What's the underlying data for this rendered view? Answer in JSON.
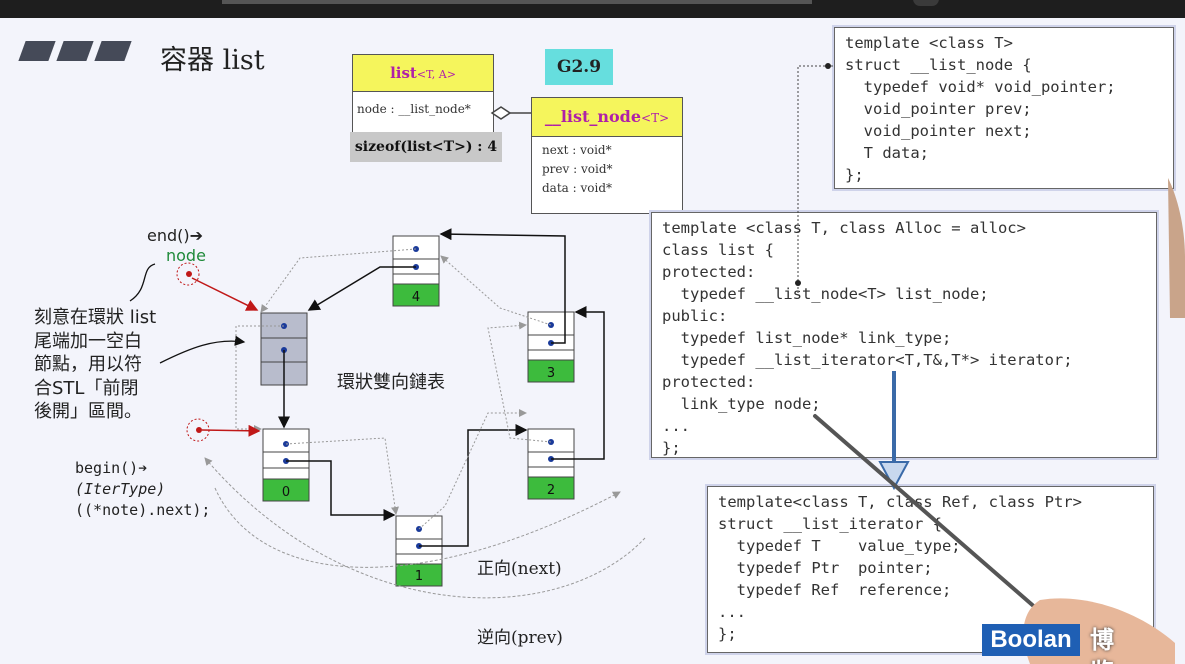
{
  "slide": {
    "title": "容器 list",
    "version_badge": "G2.9",
    "uml_list": {
      "name": "list",
      "template": "<T, A>",
      "member": "node : __list_node*"
    },
    "sizeof_label": "sizeof(list<T>) : 4",
    "uml_node": {
      "name": "__list_node",
      "template": "<T>",
      "members": [
        "next : void*",
        "prev : void*",
        "data : void*"
      ]
    },
    "code_node": [
      "template <class T>",
      "struct __list_node {",
      "  typedef void* void_pointer;",
      "  void_pointer prev;",
      "  void_pointer next;",
      "  T data;",
      "};"
    ],
    "code_list": [
      "template <class T, class Alloc = alloc>",
      "class list {",
      "protected:",
      "  typedef __list_node<T> list_node;",
      "public:",
      "  typedef list_node* link_type;",
      "  typedef __list_iterator<T,T&,T*> iterator;",
      "protected:",
      "  link_type node;",
      "...",
      "};"
    ],
    "code_iter": [
      "template<class T, class Ref, class Ptr>",
      "struct __list_iterator {",
      "  typedef T    value_type;",
      "  typedef Ptr  pointer;",
      "  typedef Ref  reference;",
      "...",
      "};"
    ],
    "end_label": "end()➔",
    "node_label": "node",
    "annotation": [
      "刻意在環狀 list",
      "尾端加一空白",
      "節點，用以符",
      "合STL「前閉",
      "後開」區間。"
    ],
    "ring_label": "環狀雙向鏈表",
    "begin_label": [
      "begin()➔",
      "(IterType)",
      "((*note).next);"
    ],
    "forward_label": "正向(next)",
    "backward_label": "逆向(prev)",
    "node_numbers": [
      "4",
      "3",
      "0",
      "2",
      "1"
    ],
    "brand": {
      "en": "Boolan",
      "zh": "博览"
    }
  },
  "colors": {
    "slide_bg": "#f3f4fb",
    "uml_header": "#f5f55c",
    "badge": "#66dede",
    "node_fill": "#3dbb3d",
    "sentinel": "#b8bccc",
    "keyword_purple": "#a020a0",
    "brand_blue": "#1f5fb4"
  }
}
